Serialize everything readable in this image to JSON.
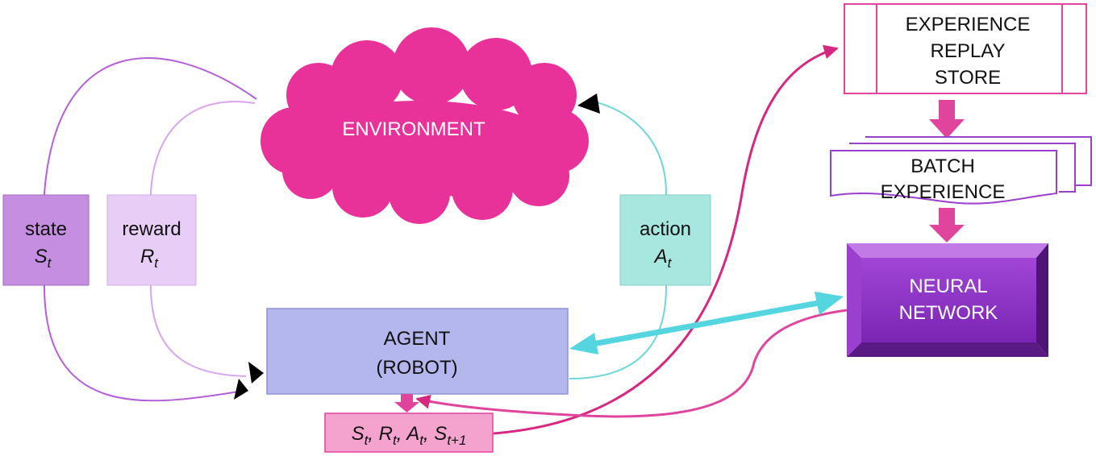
{
  "nodes": {
    "environment": {
      "label": "ENVIRONMENT"
    },
    "agent": {
      "line1": "AGENT",
      "line2": "(ROBOT)"
    },
    "state": {
      "word": "state",
      "sym": "S",
      "sub": "t"
    },
    "reward": {
      "word": "reward",
      "sym": "R",
      "sub": "t"
    },
    "action": {
      "word": "action",
      "sym": "A",
      "sub": "t"
    },
    "replay_store": {
      "line1": "EXPERIENCE",
      "line2": "REPLAY",
      "line3": "STORE"
    },
    "batch": {
      "line1": "BATCH",
      "line2": "EXPERIENCE"
    },
    "neural_net": {
      "line1": "NEURAL",
      "line2": "NETWORK"
    },
    "transition": {
      "s": "S",
      "s_sub": "t",
      "r": "R",
      "r_sub": "t",
      "a": "A",
      "a_sub": "t",
      "s2": "S",
      "s2_sub": "t+1"
    }
  },
  "colors": {
    "environment": "#e8329a",
    "agent": "#b4b6ee",
    "state": "#c58ee0",
    "reward": "#e8cdf6",
    "action": "#a8e6e0",
    "replay_border": "#e0449c",
    "batch_border": "#9b3fcf",
    "neural_net": "#8a2fc4",
    "transition": "#f3a3cd",
    "pink_arrow": "#d6287f",
    "cyan_arrow": "#55d5e0"
  }
}
